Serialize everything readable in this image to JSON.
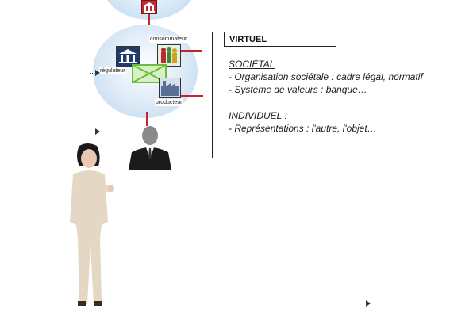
{
  "diagram": {
    "labels": {
      "consommateur": "consommateur",
      "regulateur": "régulateur",
      "producteur": "producteur"
    },
    "panel": {
      "title": "VIRTUEL",
      "societal_heading": "SOCIÉTAL",
      "societal_items": [
        "- Organisation sociétale : cadre légal, normatif",
        "- Système de valeurs : banque…"
      ],
      "individuel_heading": "INDIVIDUEL :",
      "individuel_items": [
        "- Représentations : l'autre, l'objet…"
      ]
    },
    "colors": {
      "accent_red": "#c2262c",
      "bubble_blue": "#bcd5ee",
      "connector_green": "#6abf3a",
      "bank_icon_bg": "#1f3b6e"
    },
    "icons": [
      "bank-icon",
      "people-icon",
      "factory-icon",
      "exchange-icon",
      "businessman-icon",
      "businesswoman-icon"
    ]
  }
}
